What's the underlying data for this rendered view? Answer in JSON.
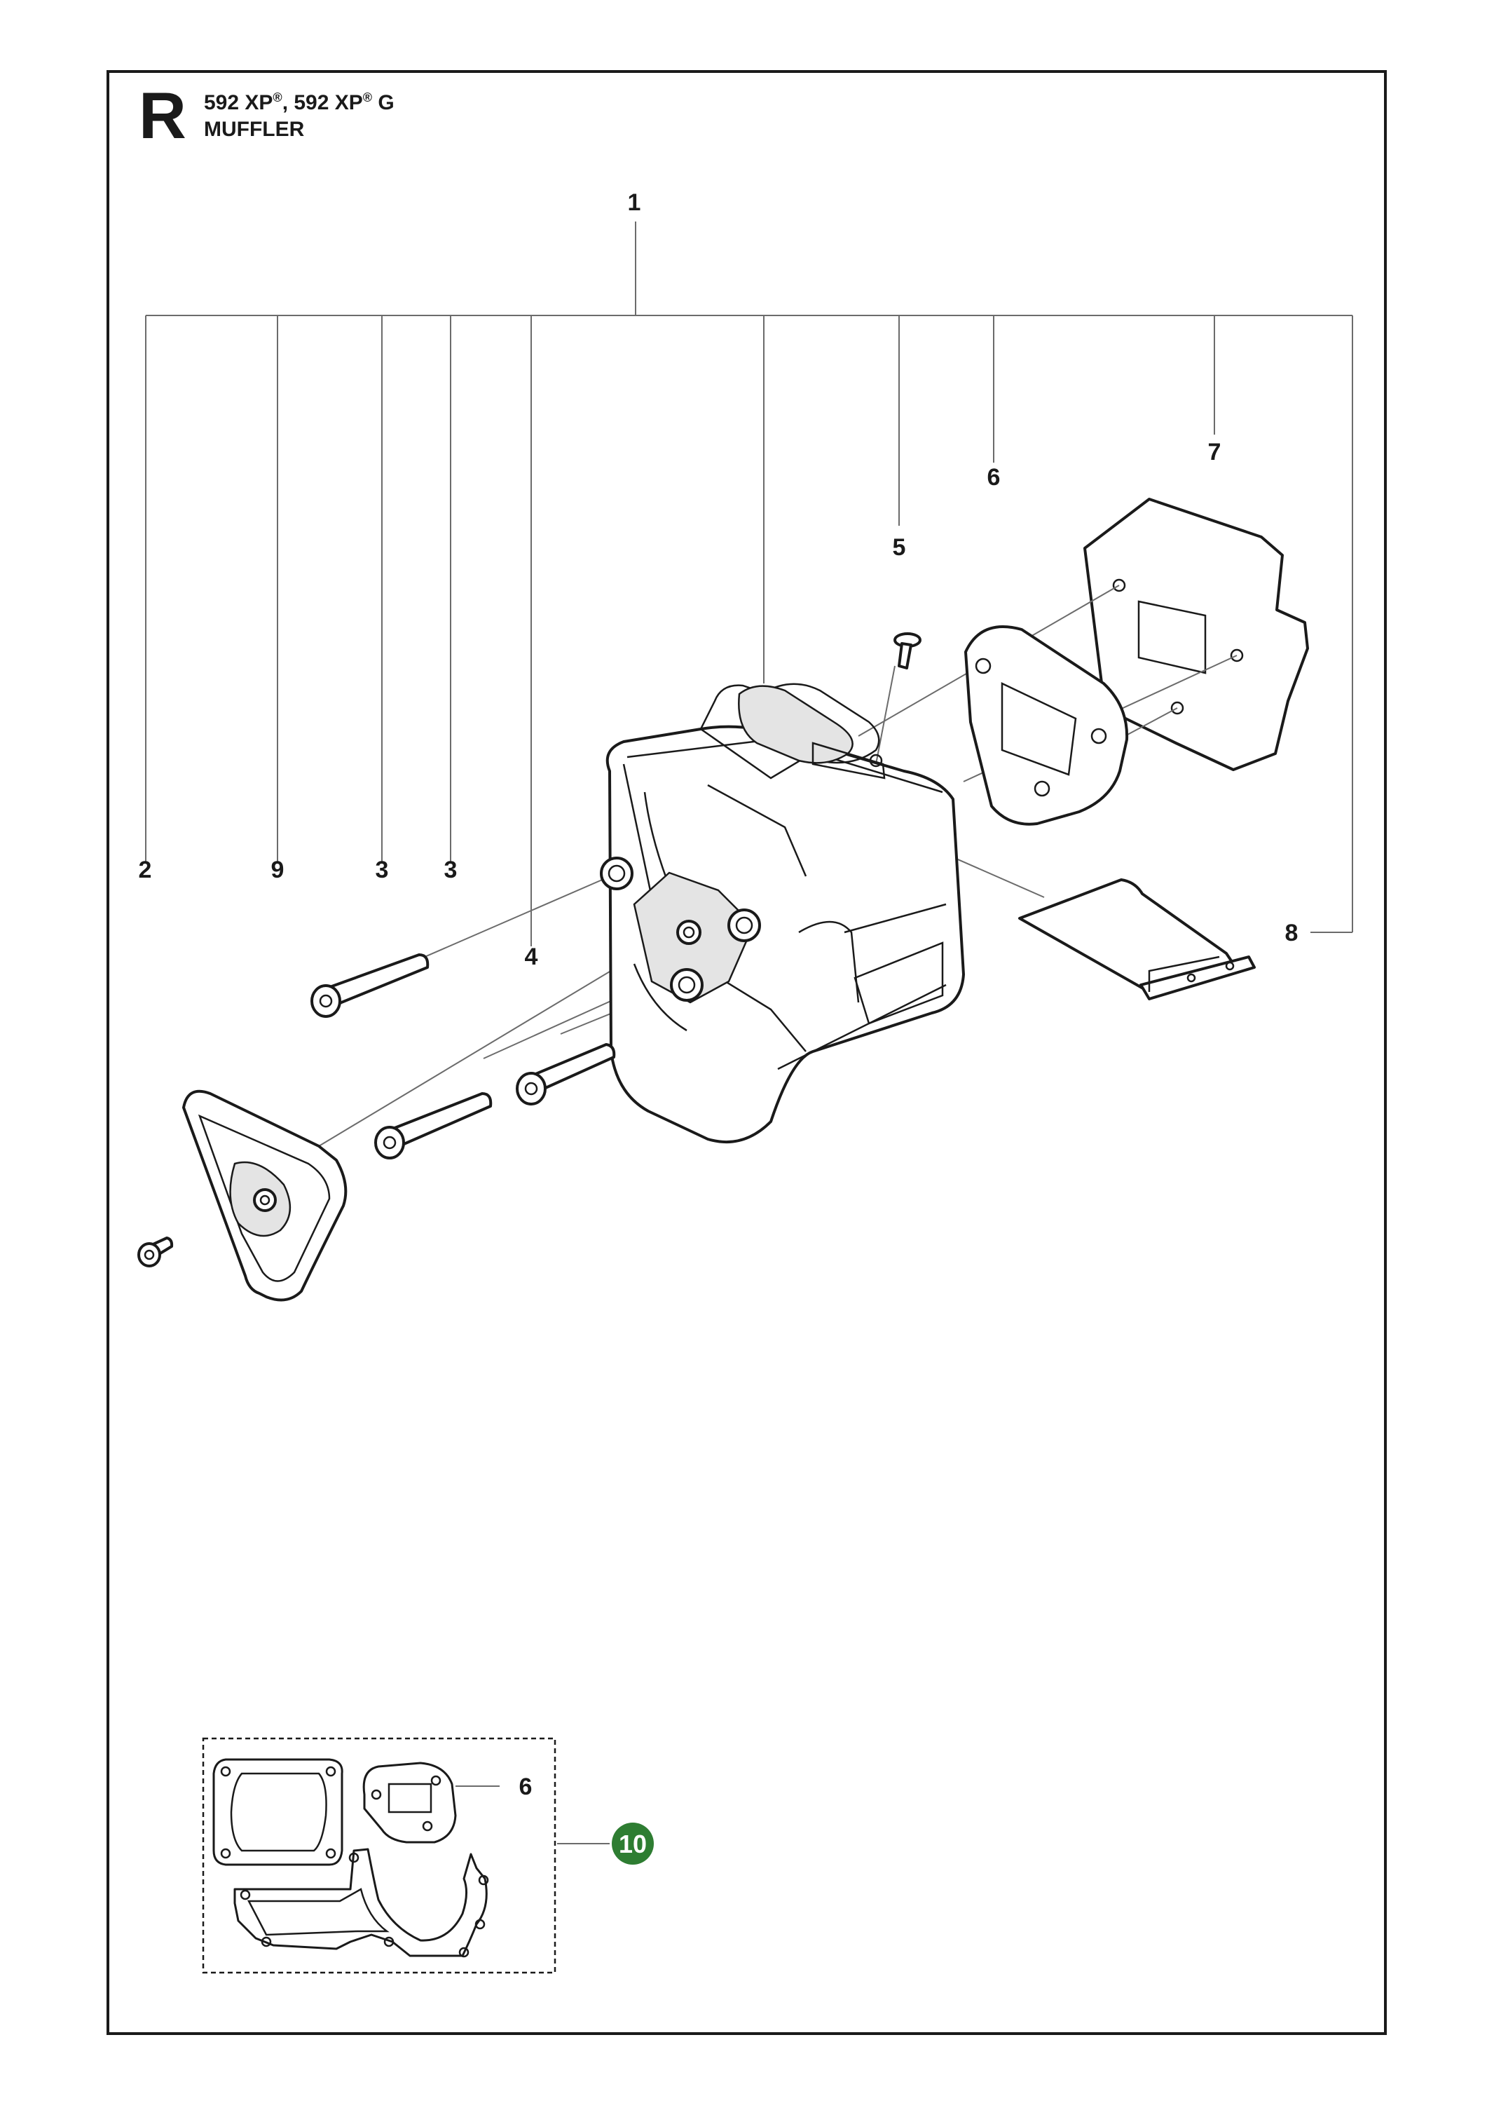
{
  "header": {
    "section_letter": "R",
    "models": "592 XP®, 592 XP® G",
    "model_a": "592 XP",
    "model_b": "592 XP",
    "model_b_suffix": "G",
    "registered_mark": "®",
    "title": "MUFFLER"
  },
  "callouts": {
    "c1": "1",
    "c2": "2",
    "c3a": "3",
    "c3b": "3",
    "c4": "4",
    "c5": "5",
    "c6": "6",
    "c7": "7",
    "c8": "8",
    "c9": "9",
    "kit_part": "6",
    "kit": "10"
  },
  "colors": {
    "kit_badge": "#2e7d32",
    "line": "#1a1a1a",
    "leader": "#6b6b6b"
  }
}
